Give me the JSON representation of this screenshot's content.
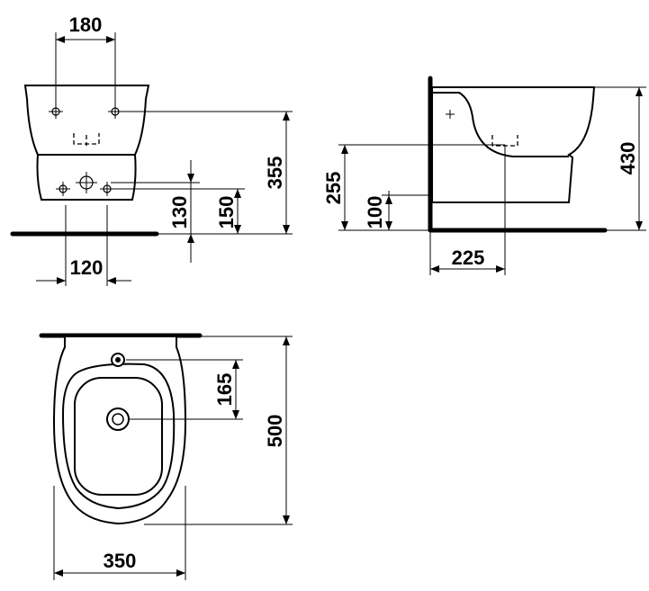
{
  "front_view": {
    "dim_top_width": "180",
    "dim_bottom_width": "120",
    "dim_height_130": "130",
    "dim_height_150": "150",
    "dim_height_355": "355"
  },
  "side_view": {
    "dim_height_430": "430",
    "dim_height_255": "255",
    "dim_height_100": "100",
    "dim_depth_225": "225"
  },
  "top_view": {
    "dim_165": "165",
    "dim_length_500": "500",
    "dim_width_350": "350"
  }
}
